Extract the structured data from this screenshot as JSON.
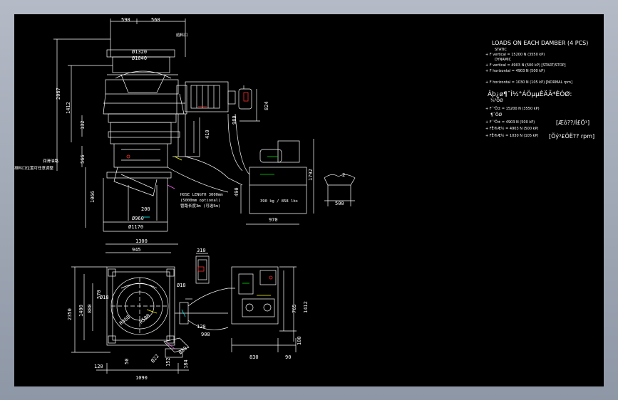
{
  "drawing": {
    "background": "#000000",
    "line_color": "#ffffff",
    "accent_yellow": "#ffff00",
    "accent_red": "#ff3030",
    "accent_green": "#00e000",
    "accent_cyan": "#00ffff",
    "accent_magenta": "#ff60ff"
  },
  "front_view": {
    "top_dims": [
      "590",
      "560"
    ],
    "diameters": [
      "Ø1320",
      "Ø1040"
    ],
    "heights": [
      "2067",
      "1412",
      "132",
      "566",
      "1066"
    ],
    "motor_dims": [
      "824",
      "410",
      "980"
    ],
    "right_dims": [
      "490",
      "1792"
    ],
    "base_dims": [
      "200",
      "Ø960",
      "Ø1170"
    ],
    "feed_label": "给料口",
    "oil_label": "润滑油路",
    "outlet_label": "排料口位置可任意调整",
    "hose_note": [
      "HOSE LENGTH 3000mm",
      "(5000mm optional)",
      "管路长度3m (可选5m)"
    ],
    "weight_note": "390 kg / 858 lbs",
    "width_dim": "970",
    "foundation_dim": "500",
    "gear_label": "2"
  },
  "plan_view": {
    "top_dims": [
      "1300",
      "945",
      "310"
    ],
    "left_dims": [
      "2350",
      "1400",
      "880",
      "570"
    ],
    "inner_labels": [
      "Ø18",
      "Ø18",
      "R460",
      "R500"
    ],
    "bottom_dims": [
      "120",
      "50",
      "Ø22",
      "152",
      "184",
      "1090"
    ],
    "mid_dims": [
      "120",
      "908",
      "Ø30"
    ],
    "right_dims": [
      "830",
      "90",
      "765",
      "1412",
      "100"
    ]
  },
  "loads": {
    "title": "LOADS ON EACH DAMBER (4 PCS)",
    "static_label": "STATIC",
    "static_vertical": "+ F vertical = 15200 N (3550 kP)",
    "dynamic_label": "DYNAMIC",
    "dyn_vertical": "+ F vertical = 4903 N (500 kP) [START/STOP]",
    "dyn_horizontal": "+ F horizontal = 4903 N (500 kP)",
    "dyn_normal": "+ F horizontal = 1030 N (105 kP) [NORMAL rpm]",
    "garbled_1": "Âþ¿ø¶¯Ì½°ÁÖµµÈÄÃ*ÈÓØ:",
    "garbled_2": "¾²ÔØ",
    "garbled_static": "+ F´¹Ö± = 15200 N (3550 kP)",
    "garbled_3": "¶¯ÔØ",
    "garbled_vert": "+ F´¹Ö± = 4903 N (500 kP)",
    "garbled_bracket": "[Æô??/Í£Ö¹]",
    "garbled_horiz": "+ FË®Æ½ = 4903 N (500 kP)",
    "garbled_horiz2": "+ FË®Æ½ = 1030 N (105 kP)",
    "garbled_bracket2": "[Õý³£ÔË?? rpm]"
  }
}
